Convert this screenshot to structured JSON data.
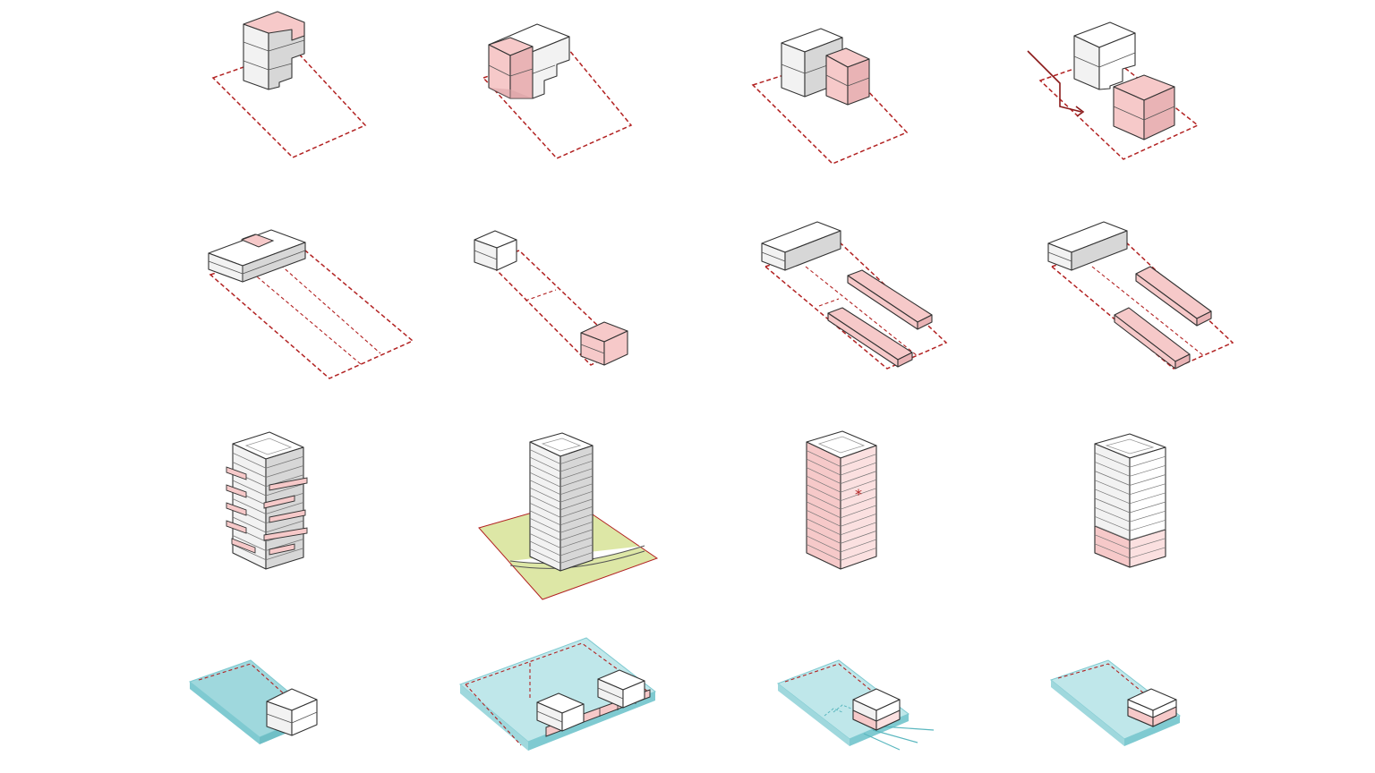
{
  "colors": {
    "pink": "#f6c9c9",
    "pink_dark": "#e9b3b5",
    "grey_left": "#f2f2f2",
    "grey_right": "#d7d7d7",
    "white": "#ffffff",
    "site_line": "#b22222",
    "ground_green": "#dde7a6",
    "water_top": "#bfe7ea",
    "water_dark": "#9fd8dd",
    "water_side": "#7fcad1"
  },
  "grid": {
    "rows": [
      {
        "cells": [
          {
            "name": "stacked-pink-roof-volume",
            "icon": "isometric-block-icon"
          },
          {
            "name": "pink-side-volume-on-block",
            "icon": "isometric-block-icon"
          },
          {
            "name": "pink-attached-volume",
            "icon": "isometric-block-icon"
          },
          {
            "name": "shifted-pink-volume-with-arrow",
            "icon": "isometric-block-icon"
          }
        ]
      },
      {
        "cells": [
          {
            "name": "linear-block-with-pink-module",
            "icon": "isometric-block-icon"
          },
          {
            "name": "two-small-blocks-on-site",
            "icon": "isometric-block-icon"
          },
          {
            "name": "block-with-two-pink-bars",
            "icon": "isometric-block-icon"
          },
          {
            "name": "block-with-two-pink-bars-alt",
            "icon": "isometric-block-icon"
          }
        ]
      },
      {
        "cells": [
          {
            "name": "tower-with-pink-balconies",
            "icon": "tower-icon"
          },
          {
            "name": "tower-on-green-ground",
            "icon": "tower-icon"
          },
          {
            "name": "pink-tower-with-asterisk",
            "icon": "tower-icon",
            "mark": "*"
          },
          {
            "name": "tower-with-pink-base",
            "icon": "tower-icon"
          }
        ]
      },
      {
        "cells": [
          {
            "name": "block-on-water-plate",
            "icon": "water-plate-icon"
          },
          {
            "name": "two-blocks-on-water-plate",
            "icon": "water-plate-icon"
          },
          {
            "name": "block-on-water-plate-with-paths",
            "icon": "water-plate-icon"
          },
          {
            "name": "pink-block-on-water-plate",
            "icon": "water-plate-icon"
          }
        ]
      }
    ]
  }
}
